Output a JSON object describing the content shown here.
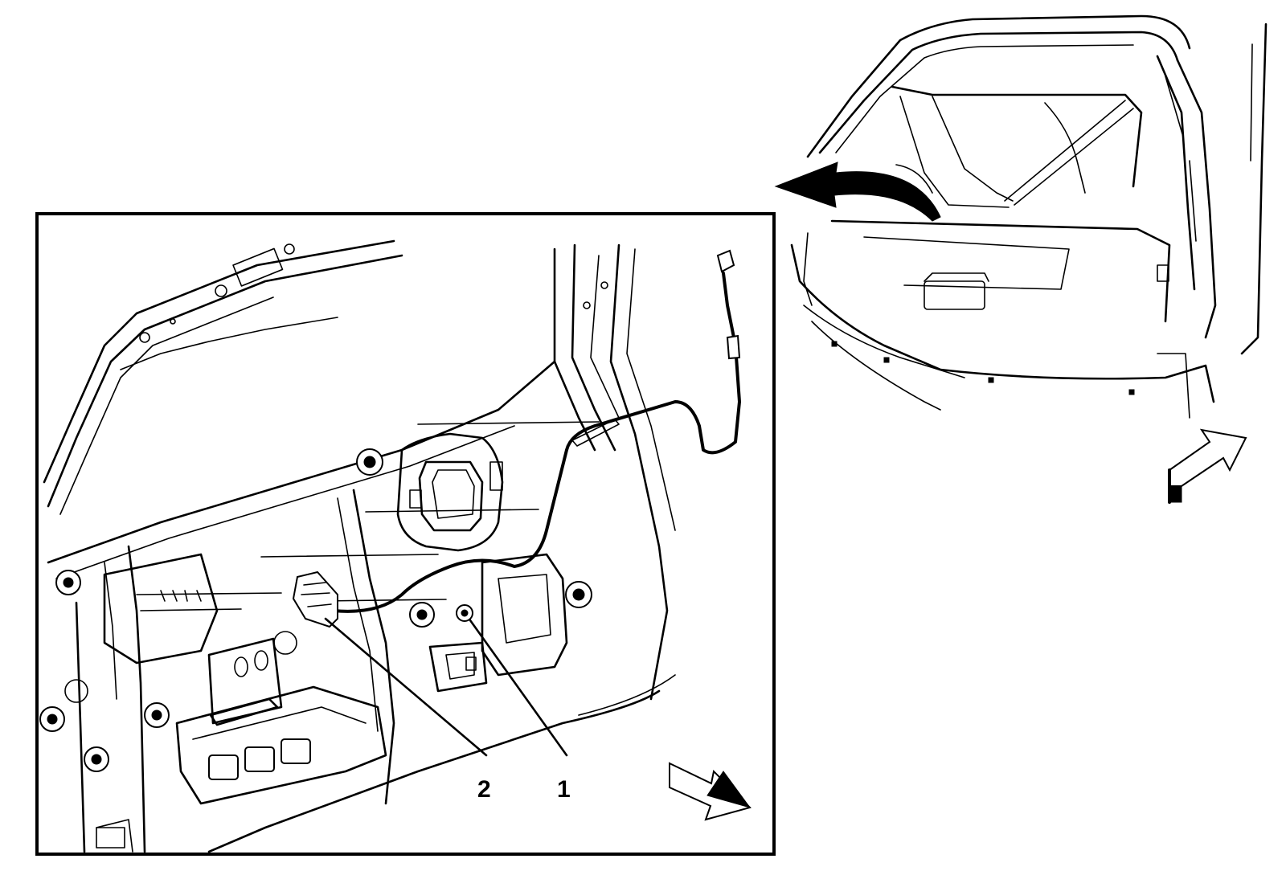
{
  "callouts": [
    {
      "label": "1",
      "name": "fastener"
    },
    {
      "label": "2",
      "name": "connector"
    }
  ],
  "colors": {
    "line": "#000000",
    "background": "#ffffff"
  },
  "icons": [
    "view-arrow-icon",
    "rotation-arrow-icon",
    "orientation-arrow-icon"
  ]
}
